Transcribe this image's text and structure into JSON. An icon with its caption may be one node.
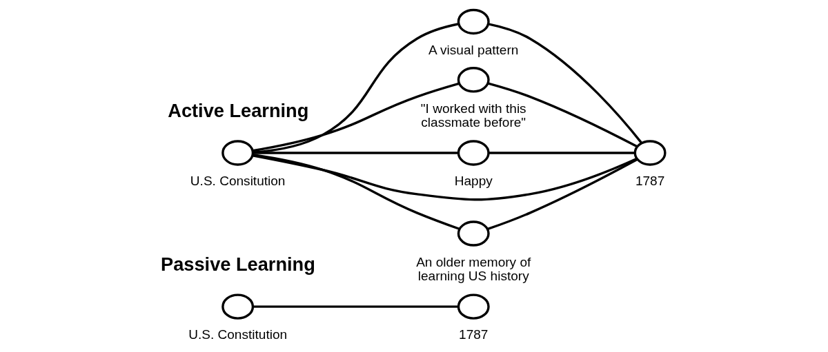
{
  "diagram": {
    "nodes": [
      {
        "text": [],
        "shape": "circle",
        "beside": [
          "U.S. Constitution"
        ]
      },
      {
        "text": [],
        "shape": "circle",
        "beside": [
          "1787"
        ]
      },
      {
        "text": [],
        "shape": "circle",
        "beside": [
          "U.S. Consitution"
        ]
      },
      {
        "text": [],
        "shape": "circle",
        "beside": [
          "A visual pattern"
        ]
      },
      {
        "text": [],
        "shape": "circle",
        "beside": [
          "\"I worked with this classmate before\""
        ]
      },
      {
        "text": [],
        "shape": "circle",
        "beside": [
          "Happy"
        ]
      },
      {
        "text": [],
        "shape": "circle",
        "beside": [
          "1787"
        ]
      },
      {
        "text": [],
        "shape": "circle",
        "beside": [
          "An older memory of learning US history"
        ]
      }
    ],
    "edges": [
      {
        "from": 0,
        "to": 1,
        "arrow": "none"
      },
      {
        "from": 2,
        "to": 3,
        "arrow": "none"
      },
      {
        "from": 2,
        "to": 4,
        "arrow": "none"
      },
      {
        "from": 2,
        "to": 6,
        "arrow": "none"
      },
      {
        "from": 2,
        "to": 5,
        "arrow": "none"
      },
      {
        "from": 2,
        "to": 7,
        "arrow": "none"
      },
      {
        "from": 3,
        "to": 6,
        "arrow": "none"
      },
      {
        "from": 4,
        "to": 6,
        "arrow": "none"
      },
      {
        "from": 5,
        "to": 6,
        "arrow": "none"
      },
      {
        "from": 7,
        "to": 6,
        "arrow": "none"
      }
    ],
    "labels": [
      "Passive Learning",
      "Active Learning"
    ]
  }
}
